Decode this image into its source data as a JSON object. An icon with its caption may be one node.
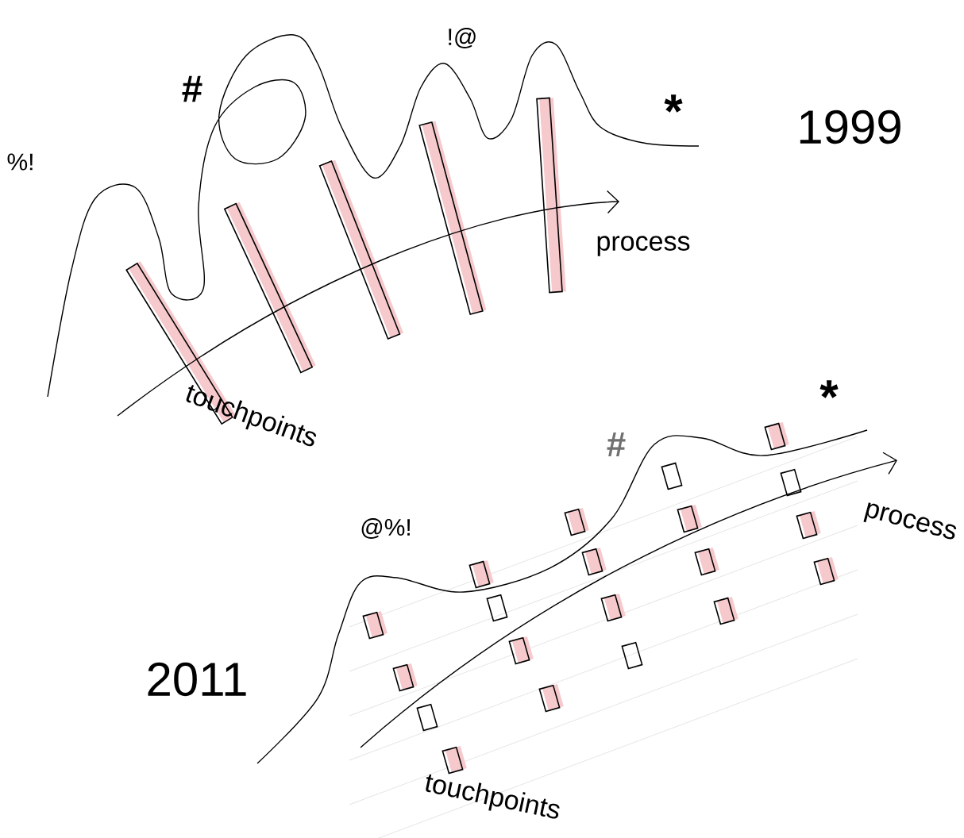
{
  "diagram": {
    "labels": [
      "!@",
      "#",
      "*",
      "1999",
      "%!",
      "process",
      "touchpoints",
      "*",
      "#",
      "@%!",
      "process",
      "2011",
      "touchpoints"
    ]
  }
}
